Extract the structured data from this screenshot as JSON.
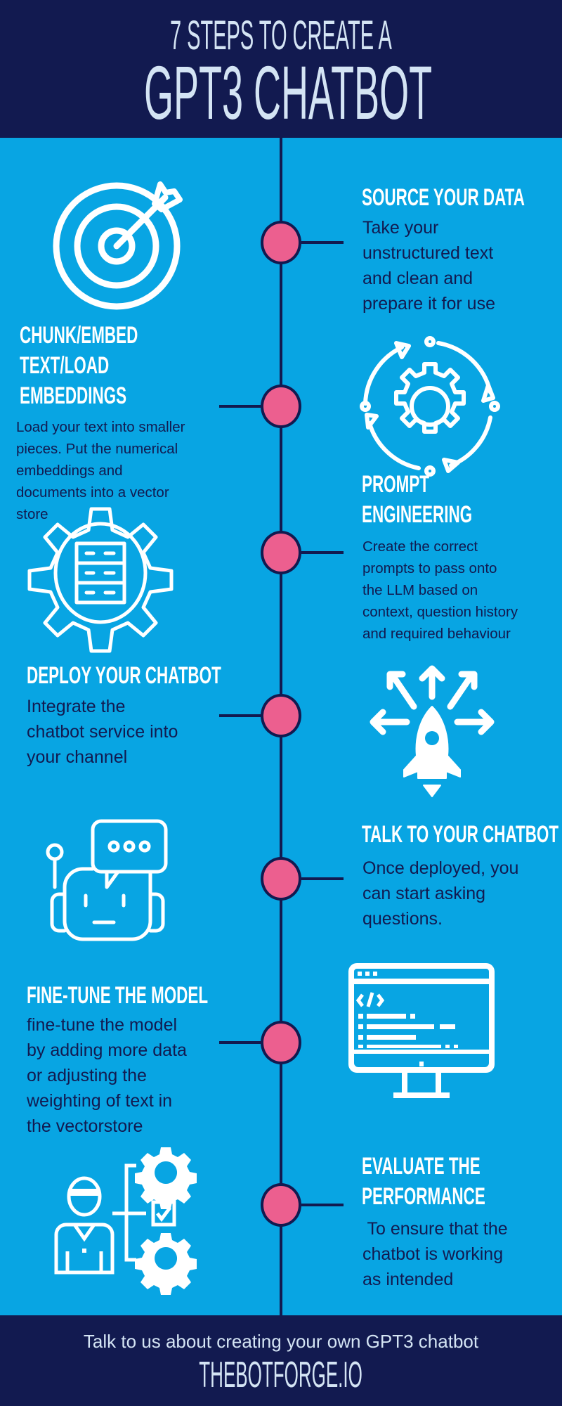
{
  "header": {
    "title_line1": "7 STEPS TO CREATE A",
    "title_line2": "GPT3 CHATBOT"
  },
  "colors": {
    "header_bg": "#121a50",
    "body_bg": "#08a5e3",
    "dot": "#ec5f8f",
    "title": "#d4e4f4",
    "text": "#121a50"
  },
  "steps": [
    {
      "heading": [
        "SOURCE YOUR DATA"
      ],
      "body": [
        "Take your",
        "unstructured text",
        "and clean and",
        "prepare it for use"
      ],
      "icon": "target-icon"
    },
    {
      "heading": [
        "CHUNK/EMBED",
        "TEXT/LOAD",
        "EMBEDDINGS"
      ],
      "body": [
        "Load your text into smaller",
        "pieces. Put the numerical",
        "embeddings and",
        "documents into a vector",
        "store"
      ],
      "icon": "gear-database-icon"
    },
    {
      "heading": [
        "PROMPT",
        "ENGINEERING"
      ],
      "body": [
        "Create the correct",
        "prompts to pass onto",
        "the LLM based on",
        "context, question history",
        "and required behaviour"
      ],
      "icon": "cycle-gear-icon"
    },
    {
      "heading": [
        "DEPLOY YOUR CHATBOT"
      ],
      "body": [
        "Integrate the",
        "chatbot service into",
        "your channel"
      ],
      "icon": "rocket-icon"
    },
    {
      "heading": [
        "TALK TO YOUR CHATBOT"
      ],
      "body": [
        "Once deployed, you",
        "can start asking",
        "questions."
      ],
      "icon": "robot-chat-icon"
    },
    {
      "heading": [
        "FINE-TUNE THE MODEL"
      ],
      "body": [
        "fine-tune the model",
        "by adding more data",
        "or adjusting the",
        "weighting of text in",
        "the vectorstore"
      ],
      "icon": "monitor-code-icon"
    },
    {
      "heading": [
        "EVALUATE THE",
        "PERFORMANCE"
      ],
      "body": [
        " To ensure that the",
        "chatbot is working",
        "as intended"
      ],
      "icon": "person-gears-icon"
    }
  ],
  "footer": {
    "cta": "Talk to us about creating your own GPT3 chatbot",
    "site": "THEBOTFORGE.IO"
  }
}
